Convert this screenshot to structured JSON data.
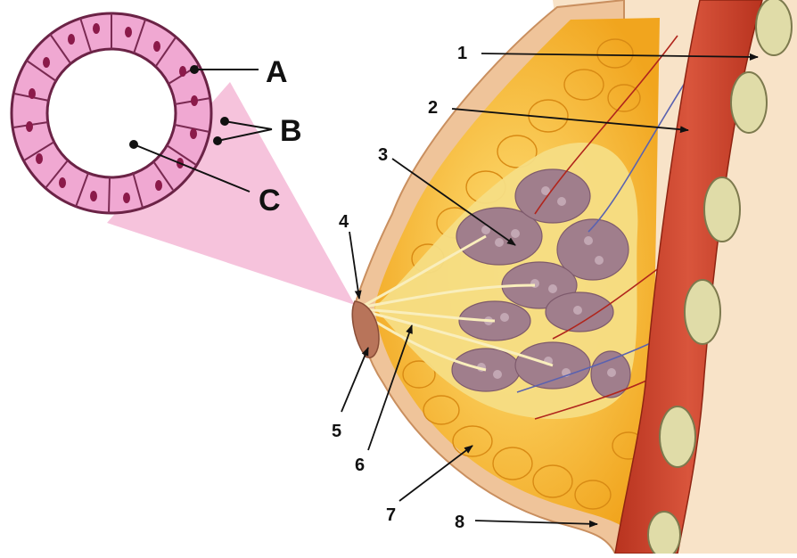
{
  "labels": {
    "n1": "1",
    "n2": "2",
    "n3": "3",
    "n4": "4",
    "n5": "5",
    "n6": "6",
    "n7": "7",
    "n8": "8",
    "a": "A",
    "b": "B",
    "c": "C"
  },
  "colors": {
    "skin": "#f6dcc0",
    "skin_edge": "#d9a77a",
    "fat": "#f3b52a",
    "fat_light": "#ffd95a",
    "muscle": "#c8412f",
    "rib": "#d8d2a0",
    "lobule": "#9a7c8a",
    "duct": "#f7e79a",
    "zoom_pink": "#f4b8d6",
    "cell": "#e98cc4",
    "nucleus": "#8b1a4a"
  },
  "icons": {
    "inset": "alveolus-cross-section-icon",
    "arrow": "arrow-icon"
  }
}
